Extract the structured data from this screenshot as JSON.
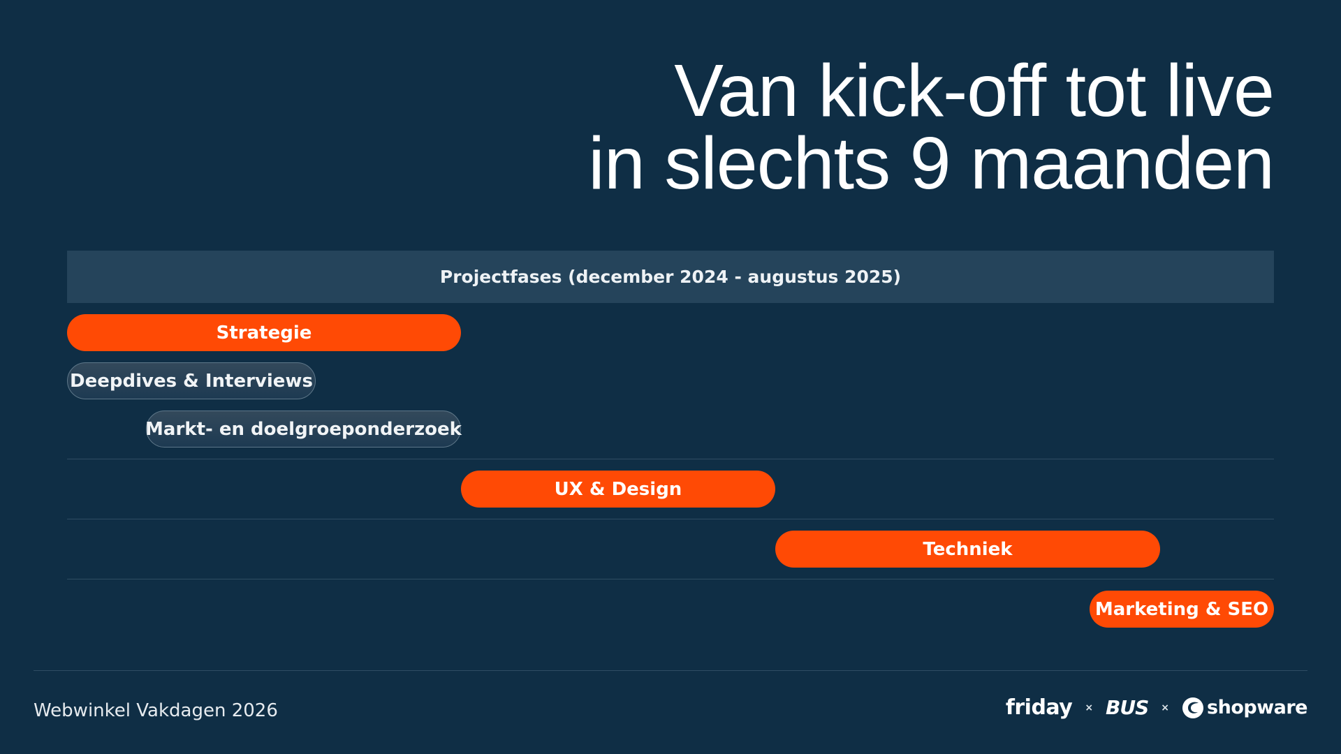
{
  "title": {
    "line1": "Van kick-off tot live",
    "line2": "in slechts 9 maanden"
  },
  "timeline": {
    "header": "Projectfases  (december 2024 - augustus 2025)",
    "phases": [
      {
        "label": "Strategie",
        "type": "main"
      },
      {
        "label": "Deepdives & Interviews",
        "type": "sub"
      },
      {
        "label": "Markt- en doelgroeponderzoek",
        "type": "sub"
      },
      {
        "label": "UX & Design",
        "type": "main"
      },
      {
        "label": "Techniek",
        "type": "main"
      },
      {
        "label": "Marketing & SEO",
        "type": "main"
      }
    ]
  },
  "footer": {
    "event": "Webwinkel Vakdagen 2026",
    "logos": [
      "friday",
      "BUS",
      "shopware"
    ],
    "separator": "×"
  },
  "colors": {
    "background": "#0f2e45",
    "accent": "#ff4a05",
    "header_band": "#25445b"
  }
}
